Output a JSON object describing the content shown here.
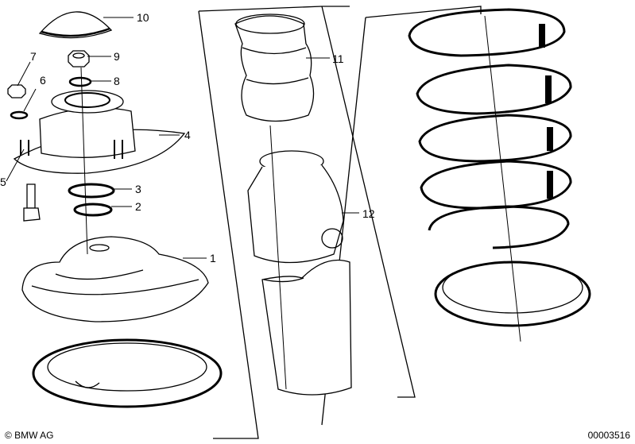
{
  "callouts": {
    "c1": "1",
    "c2": "2",
    "c3": "3",
    "c4": "4",
    "c5": "5",
    "c6": "6",
    "c7": "7",
    "c8": "8",
    "c9": "9",
    "c10": "10",
    "c11": "11",
    "c12": "12"
  },
  "footer": {
    "brand": "© BMW AG",
    "doc_number": "00003516"
  },
  "colors": {
    "ink": "#000000",
    "paper": "#ffffff"
  }
}
